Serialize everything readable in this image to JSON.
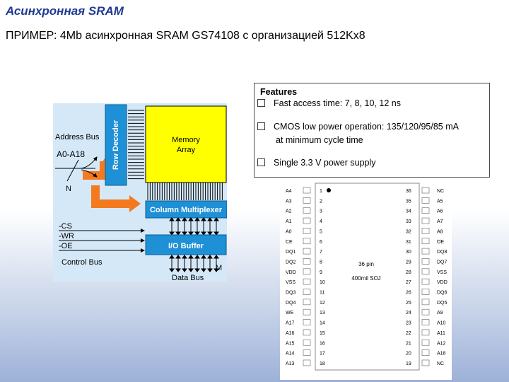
{
  "page": {
    "title": "Асинхронная SRAM",
    "subtitle": "ПРИМЕР: 4Mb асинхронная SRAM  GS74108 с организацией 512Kx8"
  },
  "features": {
    "heading": "Features",
    "items": [
      {
        "text": "Fast access time: 7, 8, 10, 12 ns",
        "continuation": ""
      },
      {
        "text": "CMOS low power operation: 135/120/95/85 mA",
        "continuation": "at minimum cycle time"
      },
      {
        "text": "Single 3.3 V power supply",
        "continuation": ""
      }
    ]
  },
  "block_diagram": {
    "address_bus": "Address Bus",
    "address_lines": "A0-A18",
    "n_label": "N",
    "row_decoder": "Row Decoder",
    "memory_array": [
      "Memory",
      "Array"
    ],
    "column_multiplexer": "Column Multiplexer",
    "io_buffer": "I/O Buffer",
    "control_signals": [
      "-CS",
      "-WR",
      "-OE"
    ],
    "control_bus": "Control Bus",
    "m_label": "M",
    "data_bus": "Data Bus",
    "colors": {
      "orange": "#f47a20",
      "blue": "#1e90d6",
      "yellow": "#ffff00",
      "panel": "#d5e8f7"
    }
  },
  "pinout": {
    "package_lines": [
      "36 pin",
      "400mil SOJ"
    ],
    "left_pins": [
      {
        "num": "1",
        "name": "A4"
      },
      {
        "num": "2",
        "name": "A3"
      },
      {
        "num": "3",
        "name": "A2"
      },
      {
        "num": "4",
        "name": "A1"
      },
      {
        "num": "5",
        "name": "A0"
      },
      {
        "num": "6",
        "name": "CE",
        "overline": true
      },
      {
        "num": "7",
        "name": "DQ1"
      },
      {
        "num": "8",
        "name": "DQ2"
      },
      {
        "num": "9",
        "name": "VDD"
      },
      {
        "num": "10",
        "name": "VSS"
      },
      {
        "num": "11",
        "name": "DQ3"
      },
      {
        "num": "12",
        "name": "DQ4"
      },
      {
        "num": "13",
        "name": "WE",
        "overline": true
      },
      {
        "num": "14",
        "name": "A17"
      },
      {
        "num": "15",
        "name": "A16"
      },
      {
        "num": "16",
        "name": "A15"
      },
      {
        "num": "17",
        "name": "A14"
      },
      {
        "num": "18",
        "name": "A13"
      }
    ],
    "right_pins": [
      {
        "num": "36",
        "name": "NC"
      },
      {
        "num": "35",
        "name": "A5"
      },
      {
        "num": "34",
        "name": "A6"
      },
      {
        "num": "33",
        "name": "A7"
      },
      {
        "num": "32",
        "name": "A8"
      },
      {
        "num": "31",
        "name": "OE",
        "overline": true
      },
      {
        "num": "30",
        "name": "DQ8"
      },
      {
        "num": "29",
        "name": "DQ7"
      },
      {
        "num": "28",
        "name": "VSS"
      },
      {
        "num": "27",
        "name": "VDD"
      },
      {
        "num": "26",
        "name": "DQ6"
      },
      {
        "num": "25",
        "name": "DQ5"
      },
      {
        "num": "24",
        "name": "A9"
      },
      {
        "num": "23",
        "name": "A10"
      },
      {
        "num": "22",
        "name": "A11"
      },
      {
        "num": "21",
        "name": "A12"
      },
      {
        "num": "20",
        "name": "A18"
      },
      {
        "num": "19",
        "name": "NC"
      }
    ]
  }
}
